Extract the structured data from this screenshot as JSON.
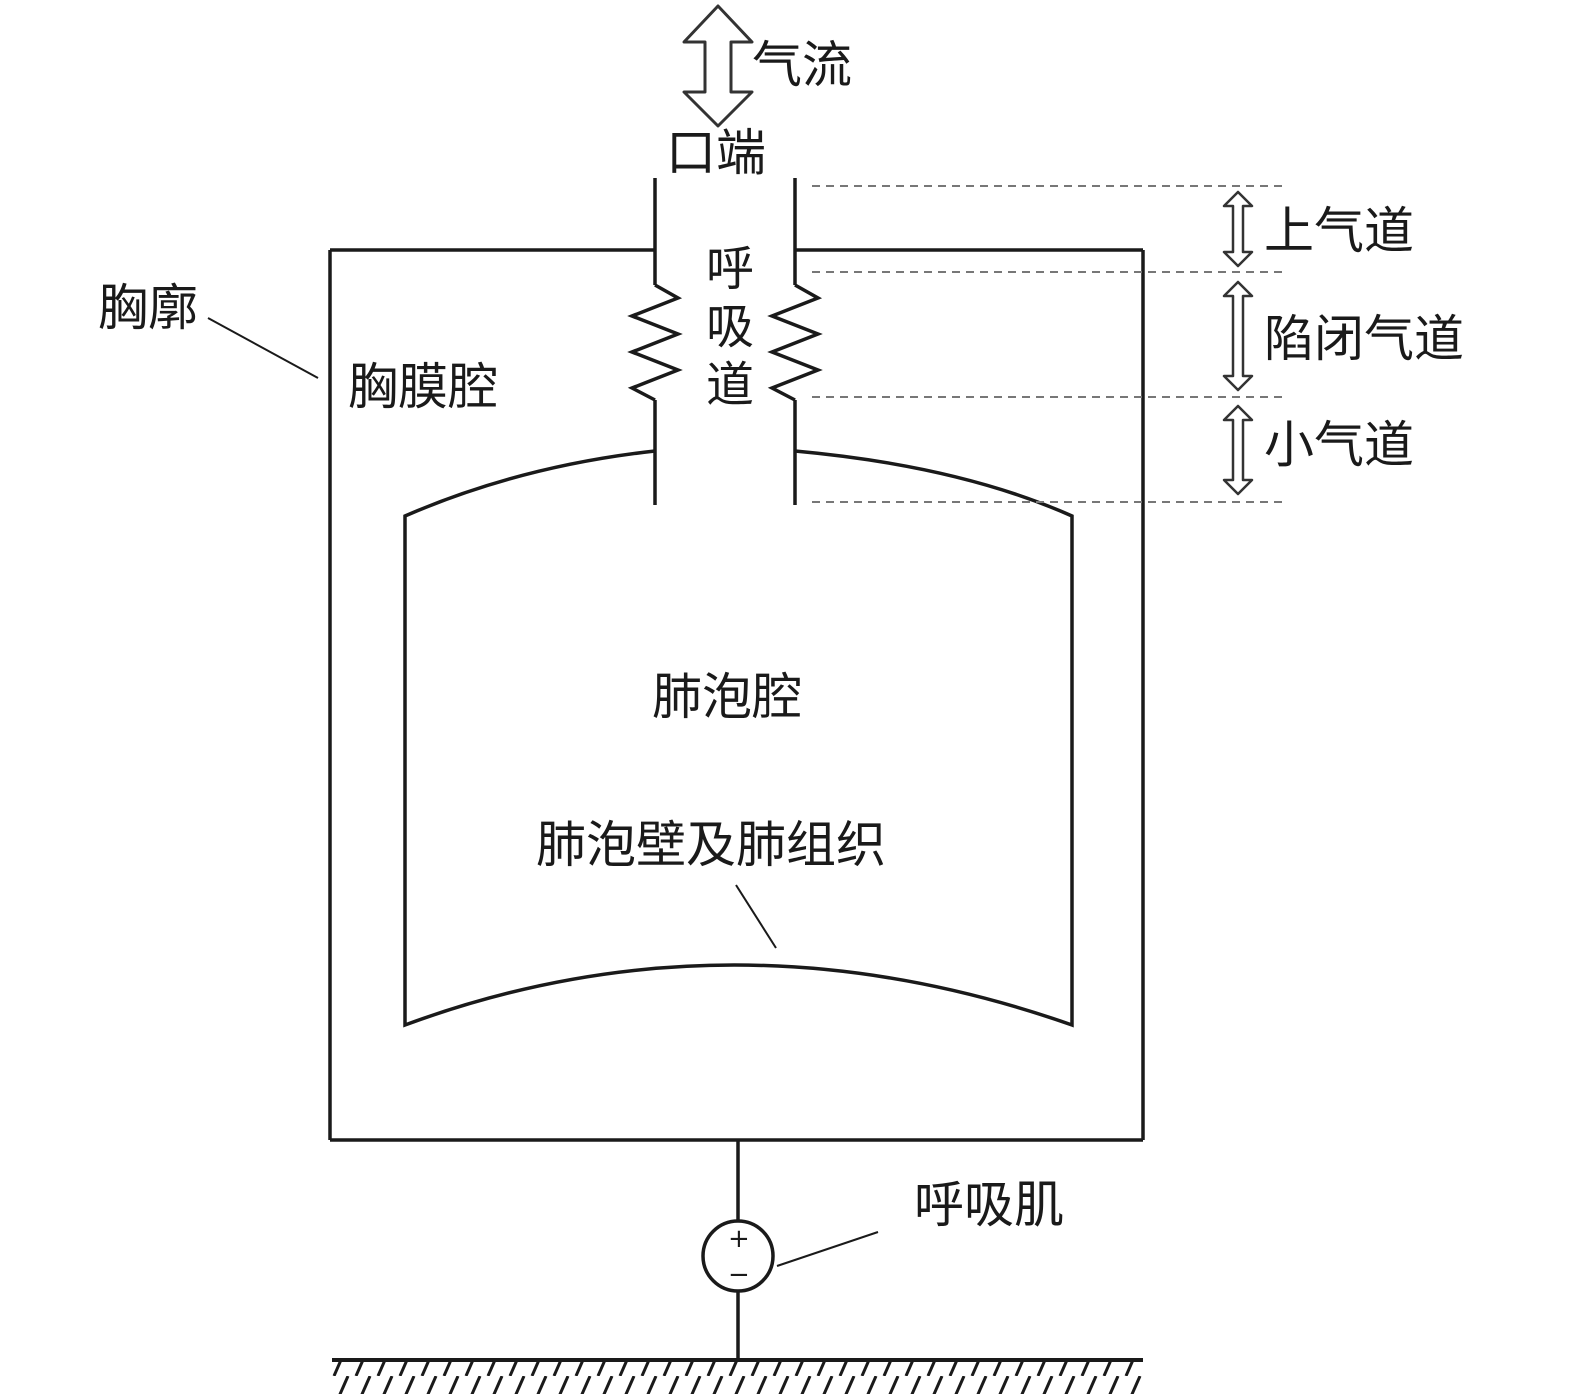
{
  "labels": {
    "airflow": "气流",
    "mouth": "口端",
    "airway": "呼吸道",
    "upper_airway": "上气道",
    "collapsible_airway": "陷闭气道",
    "small_airway": "小气道",
    "chest_wall": "胸廓",
    "pleural_cavity": "胸膜腔",
    "alveolar_cavity": "肺泡腔",
    "alveolar_wall": "肺泡壁及肺组织",
    "respiratory_muscle": "呼吸肌"
  },
  "source_symbols": {
    "plus": "+",
    "minus": "−"
  },
  "colors": {
    "line": "#1a1a1a",
    "dashed": "#777777",
    "arrow_outline": "#333333",
    "background": "#ffffff"
  }
}
